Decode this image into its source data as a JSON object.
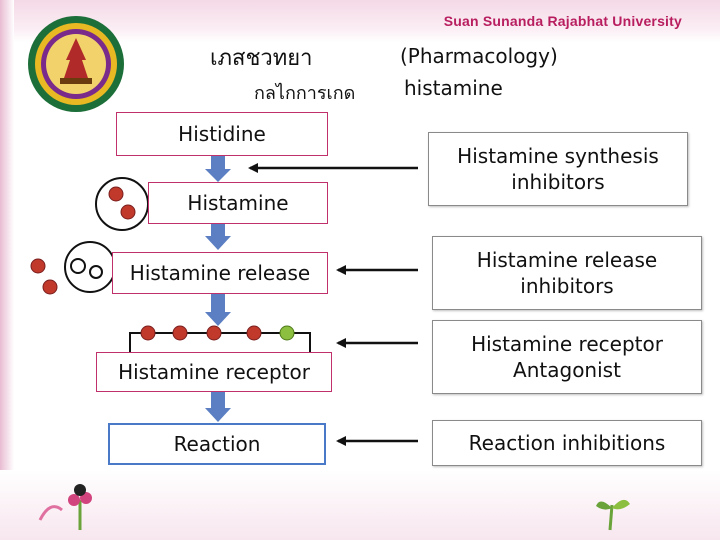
{
  "header": {
    "university": "Suan Sunanda Rajabhat University",
    "title_thai": "เภสชวทยา",
    "title_english": "(Pharmacology)",
    "subtitle_thai": "กลไกการเกด",
    "subtitle_english": "histamine"
  },
  "pathway": {
    "steps": [
      "Histidine",
      "Histamine",
      "Histamine release",
      "Histamine receptor",
      "Reaction"
    ]
  },
  "inhibitors": [
    "Histamine synthesis inhibitors",
    "Histamine release inhibitors",
    "Histamine receptor Antagonist",
    "Reaction inhibitions"
  ],
  "colors": {
    "brand": "#b81e5f",
    "box_border": "#c0306b",
    "reaction_border": "#4a79c8",
    "arrow_down": "#5b7fc2",
    "molecule": "#c0392b",
    "receptor_bar": "#8c3b5a",
    "receptor_dot_green": "#8cbf3f"
  },
  "icons": [
    "university-seal-logo",
    "flower-decoration-icon"
  ]
}
